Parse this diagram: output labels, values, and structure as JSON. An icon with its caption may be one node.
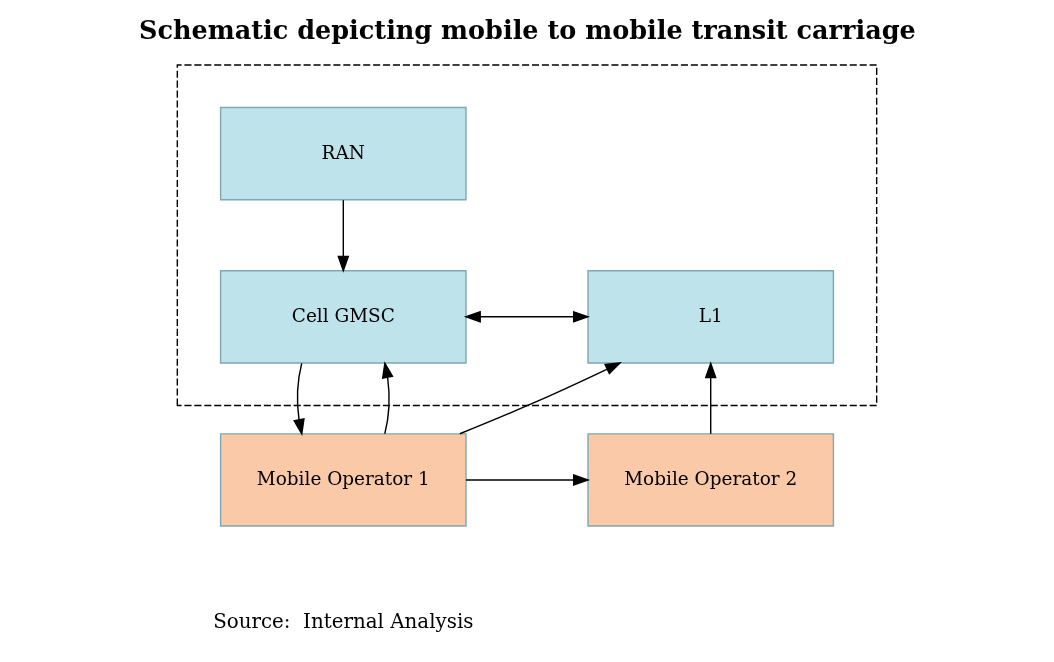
{
  "diagram": {
    "title": "Schematic depicting mobile to mobile transit carriage",
    "caption": "Source:  Internal Analysis",
    "nodes": [
      {
        "text": [],
        "shape": "box"
      },
      {
        "text": [
          "RAN"
        ],
        "in": 0
      },
      {
        "text": [
          "Cell GMSC"
        ],
        "in": 0
      },
      {
        "text": [
          "L1"
        ],
        "in": 0
      },
      {
        "text": [
          "Mobile Operator 1"
        ]
      },
      {
        "text": [
          "Mobile Operator 2"
        ]
      }
    ],
    "edges": [
      {
        "from": 1,
        "to": 2,
        "arrow": "to"
      },
      {
        "from": 2,
        "to": 3,
        "arrow": "both"
      },
      {
        "from": 4,
        "to": 2,
        "arrow": "to"
      },
      {
        "from": 2,
        "to": 4,
        "arrow": "to"
      },
      {
        "from": 4,
        "to": 3,
        "arrow": "to"
      },
      {
        "from": 4,
        "to": 5,
        "arrow": "to"
      },
      {
        "from": 5,
        "to": 3,
        "arrow": "to"
      }
    ]
  }
}
